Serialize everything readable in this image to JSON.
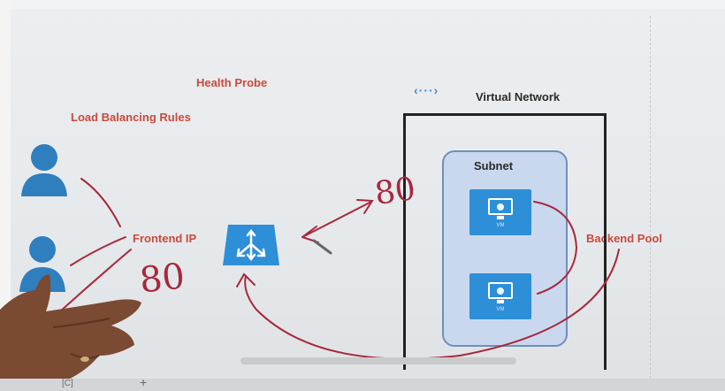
{
  "labels": {
    "health_probe": "Health Probe",
    "load_balancing_rules": "Load Balancing Rules",
    "virtual_network": "Virtual Network",
    "subnet": "Subnet",
    "frontend_ip": "Frontend IP",
    "backend_pool": "Backend Pool",
    "port_top": "80",
    "port_bottom": "80"
  },
  "vnet_icon_glyph": "‹···›",
  "vms": [
    {
      "label": "VM"
    },
    {
      "label": "VM"
    }
  ],
  "bottom_bar": {
    "tab_text": "[C]",
    "add_tab": "+"
  },
  "colors": {
    "label_red": "#c94a3b",
    "azure_blue": "#2d8fd8",
    "subnet_fill": "#c9d8ee",
    "ink": "#a8283c"
  }
}
